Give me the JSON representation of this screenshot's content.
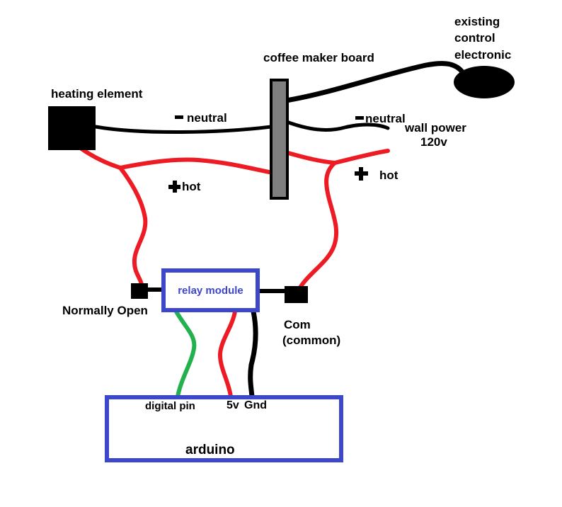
{
  "labels": {
    "existing_line1": "existing",
    "existing_line2": "control",
    "existing_line3": "electronic",
    "coffee_maker_board": "coffee maker board",
    "heating_element": "heating element",
    "neutral_left": "neutral",
    "neutral_right": "neutral",
    "wall_power": "wall power",
    "wall_voltage": "120v",
    "hot_left": "hot",
    "hot_right": "hot",
    "relay_module": "relay module",
    "normally_open": "Normally Open",
    "com": "Com",
    "com_paren": "(common)",
    "digital_pin": "digital pin",
    "five_volt": "5v",
    "ground": "Gnd",
    "arduino": "arduino"
  },
  "signs": {
    "minus": "-",
    "plus": "+"
  },
  "colors": {
    "wire_neutral_black": "#000000",
    "wire_hot_red": "#ed1c24",
    "wire_digital_green": "#22b14c",
    "box_outline_blue": "#3c47cc",
    "board_fill_gray": "#7f7f7f",
    "background": "#ffffff"
  },
  "connections": [
    {
      "from": "heating element",
      "to": "coffee maker board",
      "signal": "neutral",
      "color": "black"
    },
    {
      "from": "coffee maker board",
      "to": "wall power 120v",
      "signal": "neutral",
      "color": "black"
    },
    {
      "from": "coffee maker board",
      "to": "existing control electronic",
      "signal": "control",
      "color": "black"
    },
    {
      "from": "heating element",
      "to": "relay Normally Open terminal",
      "signal": "hot",
      "color": "red"
    },
    {
      "from": "heating element hot branch",
      "to": "coffee maker board",
      "signal": "hot",
      "color": "red"
    },
    {
      "from": "coffee maker board",
      "to": "wall power 120v",
      "signal": "hot",
      "color": "red"
    },
    {
      "from": "coffee maker board hot branch",
      "to": "relay Com terminal",
      "signal": "hot",
      "color": "red"
    },
    {
      "from": "relay module",
      "to": "arduino digital pin",
      "signal": "control",
      "color": "green"
    },
    {
      "from": "relay module",
      "to": "arduino 5v",
      "signal": "power",
      "color": "red"
    },
    {
      "from": "relay module",
      "to": "arduino Gnd",
      "signal": "ground",
      "color": "black"
    }
  ]
}
